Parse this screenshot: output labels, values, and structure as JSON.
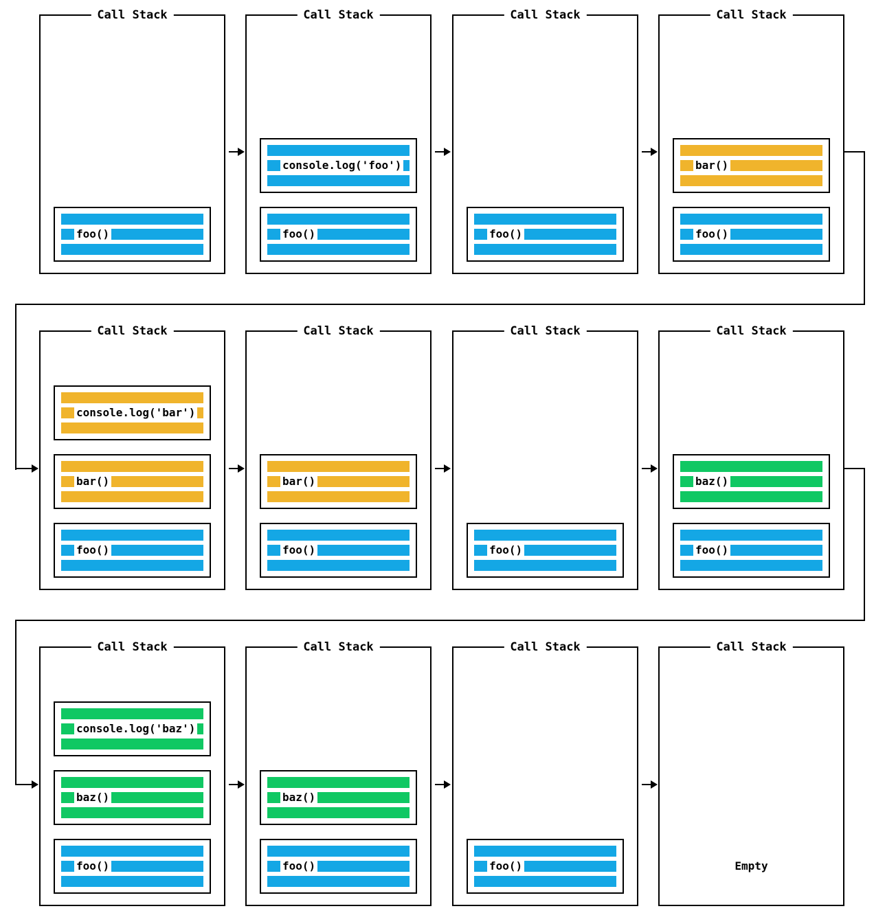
{
  "diagram": {
    "panel_title": "Call Stack",
    "colors": {
      "blue": "#14A7E5",
      "yellow": "#F0B42C",
      "green": "#10C863",
      "line": "#000000",
      "background": "#FFFFFF"
    },
    "rows": [
      {
        "panels": [
          {
            "frames": [
              {
                "label": "foo()",
                "color": "blue",
                "slot": "bottom"
              }
            ]
          },
          {
            "frames": [
              {
                "label": "console.log('foo')",
                "color": "blue",
                "slot": "mid"
              },
              {
                "label": "foo()",
                "color": "blue",
                "slot": "bottom"
              }
            ]
          },
          {
            "frames": [
              {
                "label": "foo()",
                "color": "blue",
                "slot": "bottom"
              }
            ]
          },
          {
            "frames": [
              {
                "label": "bar()",
                "color": "yellow",
                "slot": "mid"
              },
              {
                "label": "foo()",
                "color": "blue",
                "slot": "bottom"
              }
            ]
          }
        ]
      },
      {
        "panels": [
          {
            "frames": [
              {
                "label": "console.log('bar')",
                "color": "yellow",
                "slot": "top"
              },
              {
                "label": "bar()",
                "color": "yellow",
                "slot": "mid"
              },
              {
                "label": "foo()",
                "color": "blue",
                "slot": "bottom"
              }
            ]
          },
          {
            "frames": [
              {
                "label": "bar()",
                "color": "yellow",
                "slot": "mid"
              },
              {
                "label": "foo()",
                "color": "blue",
                "slot": "bottom"
              }
            ]
          },
          {
            "frames": [
              {
                "label": "foo()",
                "color": "blue",
                "slot": "bottom"
              }
            ]
          },
          {
            "frames": [
              {
                "label": "baz()",
                "color": "green",
                "slot": "mid"
              },
              {
                "label": "foo()",
                "color": "blue",
                "slot": "bottom"
              }
            ]
          }
        ]
      },
      {
        "panels": [
          {
            "frames": [
              {
                "label": "console.log('baz')",
                "color": "green",
                "slot": "top"
              },
              {
                "label": "baz()",
                "color": "green",
                "slot": "mid"
              },
              {
                "label": "foo()",
                "color": "blue",
                "slot": "bottom"
              }
            ]
          },
          {
            "frames": [
              {
                "label": "baz()",
                "color": "green",
                "slot": "mid"
              },
              {
                "label": "foo()",
                "color": "blue",
                "slot": "bottom"
              }
            ]
          },
          {
            "frames": [
              {
                "label": "foo()",
                "color": "blue",
                "slot": "bottom"
              }
            ]
          },
          {
            "frames": [],
            "empty_label": "Empty"
          }
        ]
      }
    ]
  }
}
